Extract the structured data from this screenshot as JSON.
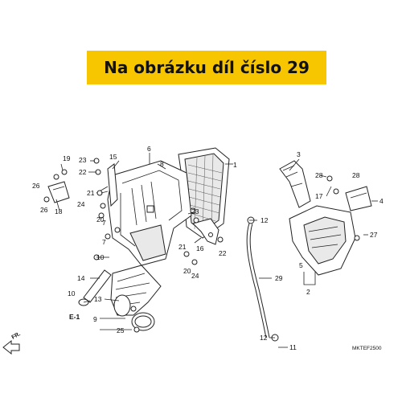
{
  "banner": {
    "text": "Na obrázku díl číslo 29"
  },
  "diagram": {
    "code": "MKTEF2500",
    "front_marker": "FR.",
    "ref_label": "E-1",
    "callouts": [
      "1",
      "2",
      "3",
      "4",
      "5",
      "6",
      "7",
      "7",
      "8",
      "9",
      "10",
      "10",
      "11",
      "12",
      "12",
      "13",
      "14",
      "15",
      "16",
      "17",
      "18",
      "19",
      "20",
      "20",
      "21",
      "21",
      "22",
      "22",
      "23",
      "23",
      "24",
      "24",
      "25",
      "26",
      "26",
      "27",
      "28",
      "28",
      "29"
    ]
  }
}
